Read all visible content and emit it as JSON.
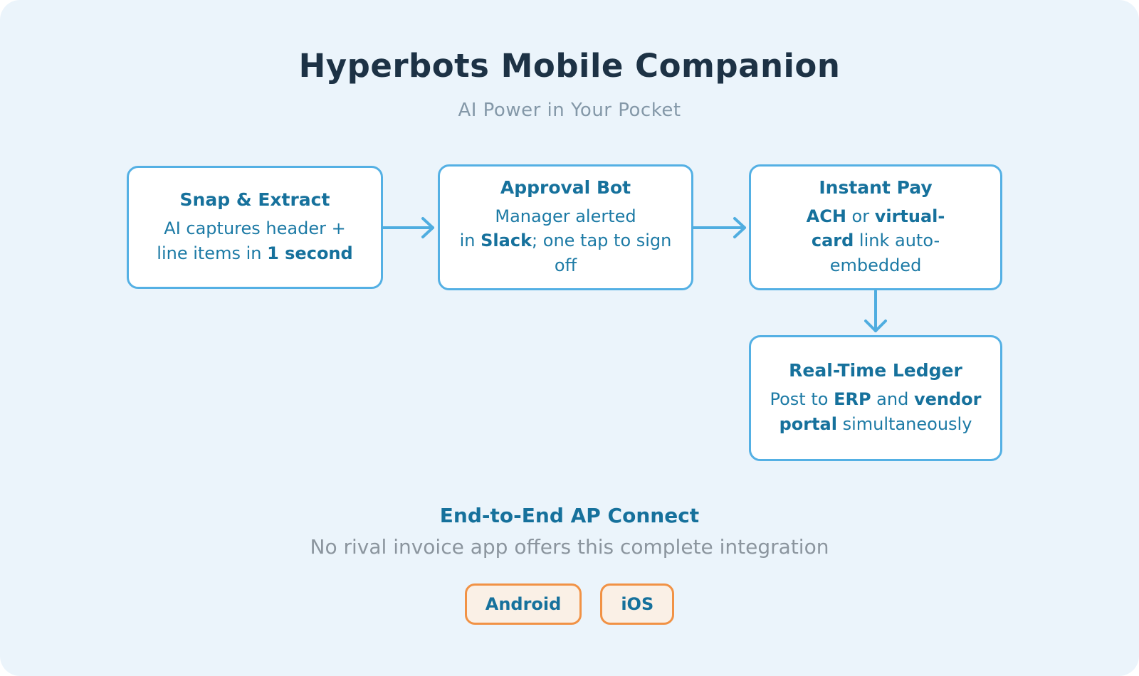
{
  "header": {
    "title": "Hyperbots Mobile Companion",
    "subtitle": "AI Power in Your Pocket"
  },
  "flow": {
    "nodes": [
      {
        "id": "snap-extract",
        "title": "Snap & Extract",
        "body": [
          {
            "text": "AI captures header +\nline items in ",
            "bold": false
          },
          {
            "text": "1 second",
            "bold": true
          }
        ]
      },
      {
        "id": "approval-bot",
        "title": "Approval Bot",
        "body": [
          {
            "text": "Manager alerted\nin ",
            "bold": false
          },
          {
            "text": "Slack",
            "bold": true
          },
          {
            "text": "; one tap to sign\noff",
            "bold": false
          }
        ]
      },
      {
        "id": "instant-pay",
        "title": "Instant Pay",
        "body": [
          {
            "text": "ACH",
            "bold": true
          },
          {
            "text": " or ",
            "bold": false
          },
          {
            "text": "virtual-\ncard",
            "bold": true
          },
          {
            "text": " link auto-\nembedded",
            "bold": false
          }
        ]
      },
      {
        "id": "real-time-ledger",
        "title": "Real-Time Ledger",
        "body": [
          {
            "text": "Post to ",
            "bold": false
          },
          {
            "text": "ERP",
            "bold": true
          },
          {
            "text": " and ",
            "bold": false
          },
          {
            "text": "vendor\nportal",
            "bold": true
          },
          {
            "text": " simultaneously",
            "bold": false
          }
        ]
      }
    ],
    "edges": [
      {
        "from": "snap-extract",
        "to": "approval-bot",
        "direction": "right"
      },
      {
        "from": "approval-bot",
        "to": "instant-pay",
        "direction": "right"
      },
      {
        "from": "instant-pay",
        "to": "real-time-ledger",
        "direction": "down"
      }
    ]
  },
  "footer": {
    "title": "End-to-End AP Connect",
    "subtitle": "No rival invoice app offers this complete integration",
    "badges": [
      "Android",
      "iOS"
    ]
  },
  "colors": {
    "background": "#ebf4fb",
    "heading_text": "#1d3245",
    "muted_text": "#8498a8",
    "node_border": "#54b0e4",
    "node_background": "#ffffff",
    "node_text": "#1c7aa5",
    "node_title_text": "#16719c",
    "arrow": "#4fade0",
    "badge_border": "#f19245",
    "badge_background": "#faf0e6",
    "footer_subtitle_text": "#8b959e"
  }
}
